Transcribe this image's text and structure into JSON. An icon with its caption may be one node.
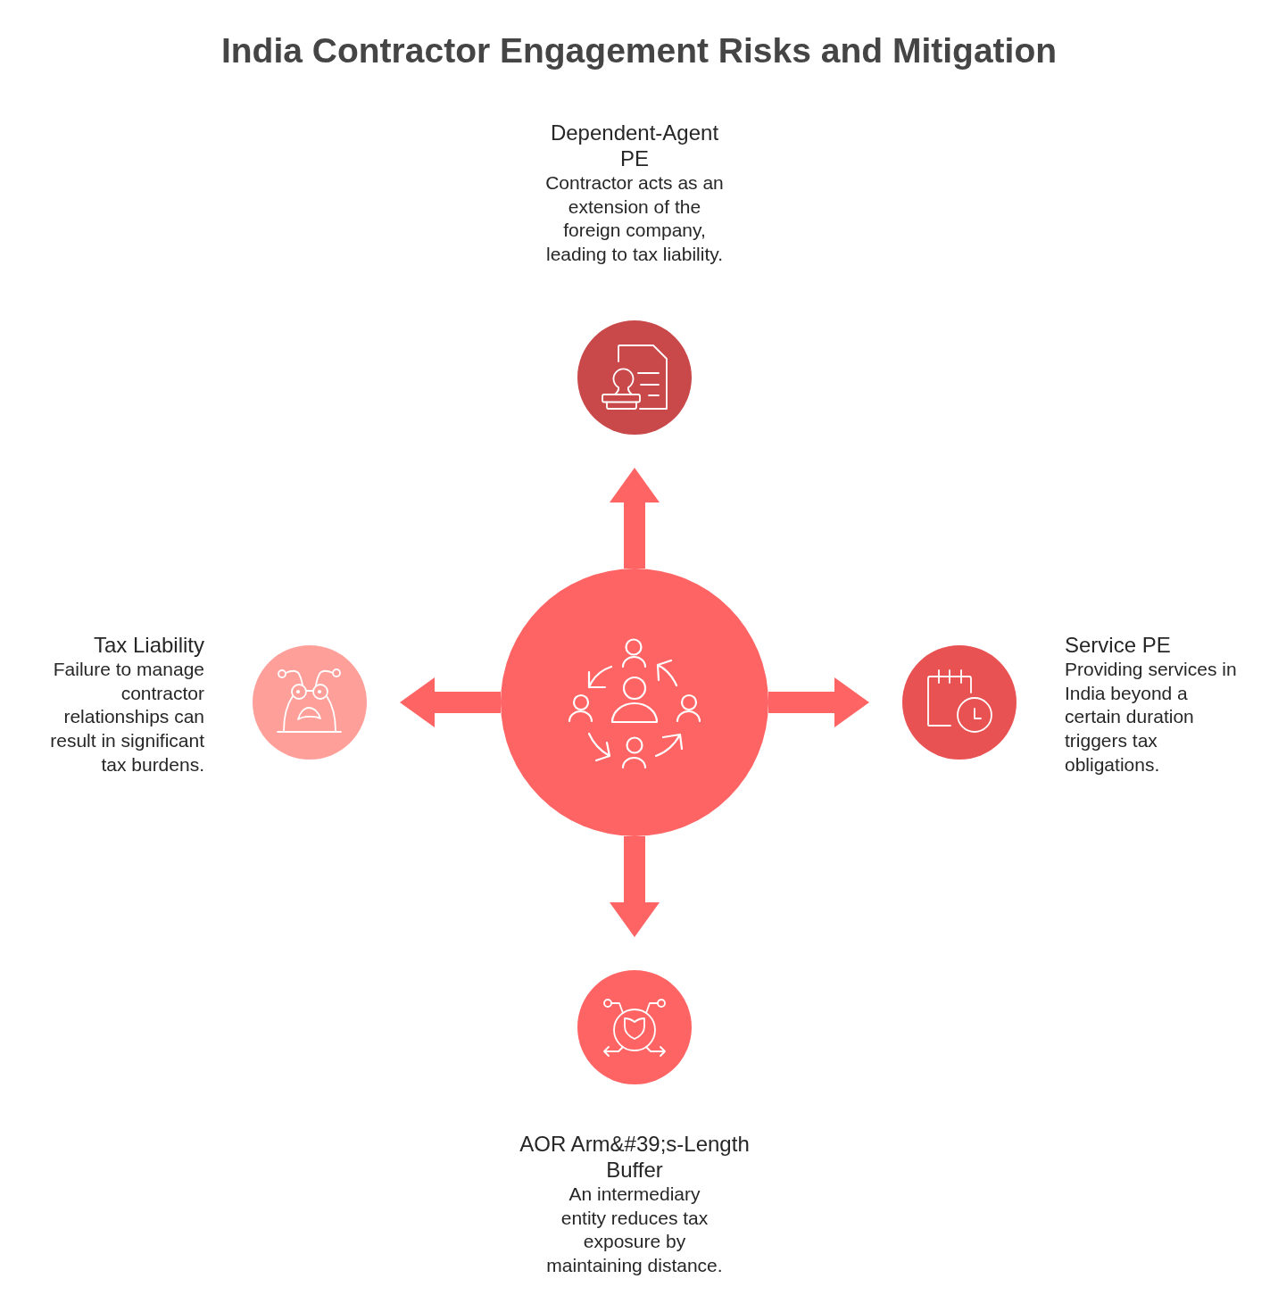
{
  "diagram": {
    "title": "India Contractor Engagement Risks and Mitigation",
    "nodes": [
      {
        "text": [],
        "shape": "circle",
        "beside": [
          "Dependent-Agent PE",
          "Contractor acts as an extension of the foreign company, leading to tax liability."
        ]
      },
      {
        "text": [],
        "shape": "circle",
        "beside": [
          "Tax Liability",
          "Failure to manage contractor relationships can result in significant tax burdens."
        ]
      },
      {
        "text": [],
        "shape": "circle"
      },
      {
        "text": [],
        "shape": "circle",
        "beside": [
          "Service PE",
          "Providing services in India beyond a certain duration triggers tax obligations."
        ]
      },
      {
        "text": [],
        "shape": "circle",
        "beside": [
          "AOR Arm&#39;s-Length Buffer",
          "An intermediary entity reduces tax exposure by maintaining distance."
        ]
      }
    ],
    "edges": [
      {
        "from": 2,
        "to": 0,
        "arrow": "to"
      },
      {
        "from": 2,
        "to": 1,
        "arrow": "to"
      },
      {
        "from": 2,
        "to": 3,
        "arrow": "to"
      },
      {
        "from": 2,
        "to": 4,
        "arrow": "to"
      }
    ]
  }
}
